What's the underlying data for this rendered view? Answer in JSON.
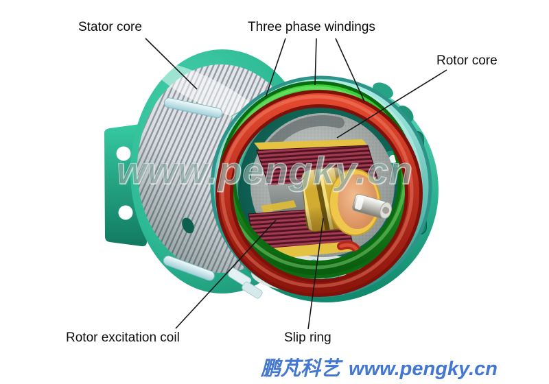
{
  "labels": {
    "stator_core": "Stator core",
    "three_phase_windings": "Three phase windings",
    "rotor_core": "Rotor core",
    "rotor_excitation_coil": "Rotor excitation coil",
    "slip_ring": "Slip ring"
  },
  "watermark": {
    "text": "www.pengky.cn"
  },
  "footer": {
    "brand_cn": "鹏芃科艺",
    "brand_url": "www.pengky.cn",
    "color": "#4377d0"
  },
  "illustration": {
    "subject": "three-phase wound-rotor motor cutaway",
    "colors": {
      "housing_teal": "#2bb893",
      "stator_lamination_gray": "#e4e7ea",
      "winding_phase_ring_cyan": "#6fd2c6",
      "winding_phase_ring_green": "#27c227",
      "winding_phase_ring_red": "#cf3220",
      "rotor_core_gray": "#9aa09e",
      "excitation_coil_maroon": "#a23b52",
      "slip_ring_gold": "#d2ab31",
      "shaft_end_orange": "#dd9663"
    }
  }
}
